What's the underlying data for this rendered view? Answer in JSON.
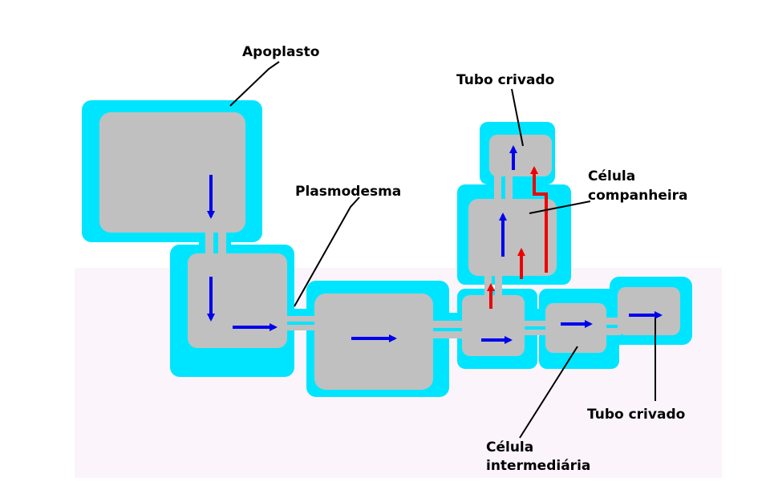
{
  "labels": {
    "apoplasto": "Apoplasto",
    "plasmodesma": "Plasmodesma",
    "tubo_crivado_top": "Tubo crivado",
    "celula_companheira_line1": "Célula",
    "celula_companheira_line2": "companheira",
    "tubo_crivado_bottom": "Tubo crivado",
    "celula_intermediaria_line1": "Célula",
    "celula_intermediaria_line2": "intermediária"
  },
  "colors": {
    "apoplast": "#00e5ff",
    "cell": "#c0c0c0",
    "symplast_arrow": "#0000ee",
    "phloem_arrow": "#ee0000",
    "background_band": "#fbf4fb",
    "leader_line": "#000000"
  }
}
